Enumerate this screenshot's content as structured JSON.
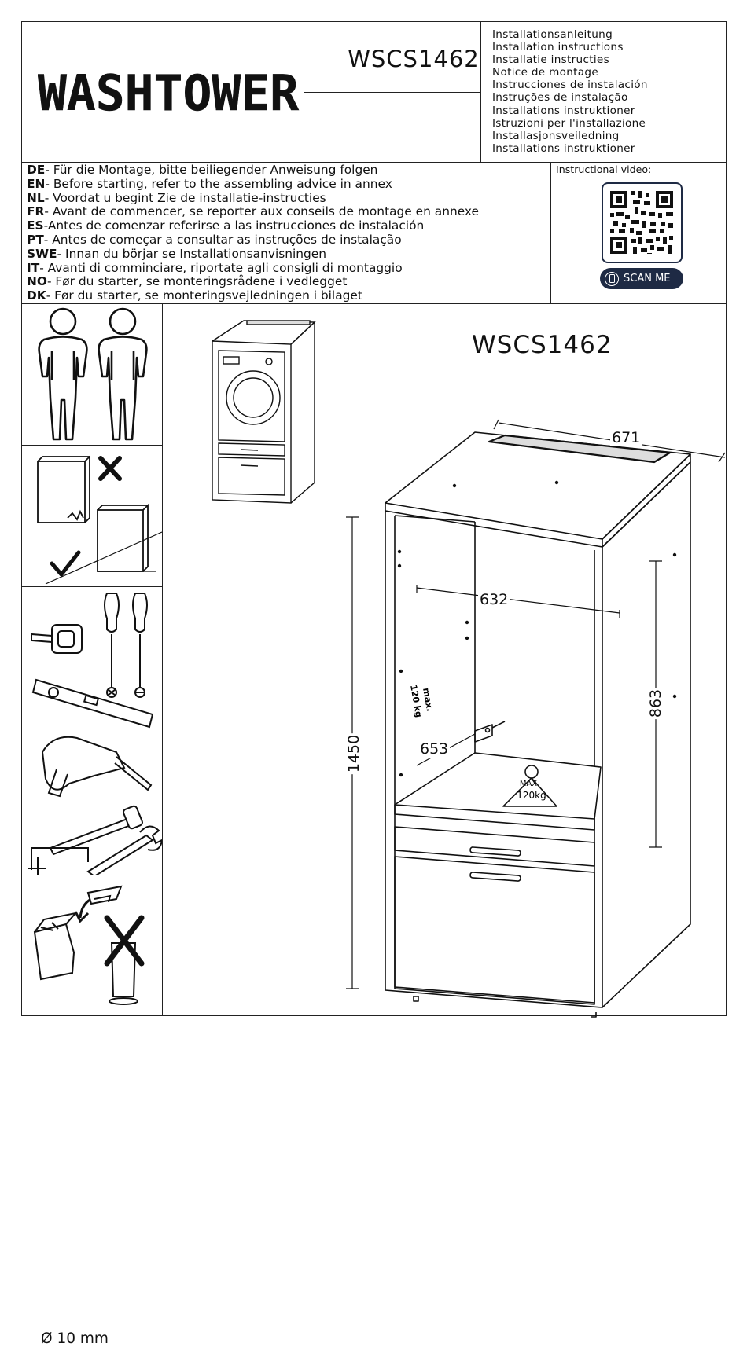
{
  "header": {
    "brand": "WASHTOWER",
    "model": "WSCS1462",
    "languages": [
      "Installationsanleitung",
      "Installation instructions",
      "Installatie instructies",
      "Notice de montage",
      "Instrucciones de instalación",
      "Instruções de instalação",
      "Installations instruktioner",
      "Istruzioni per l'installazione",
      "Installasjonsveiledning",
      "Installations instruktioner"
    ]
  },
  "notes": [
    {
      "code": "DE",
      "text": "- Für die Montage, bitte beiliegender Anweisung folgen"
    },
    {
      "code": "EN",
      "text": "- Before starting, refer to the assembling advice in annex"
    },
    {
      "code": "NL",
      "text": "- Voordat u begint Zie de installatie-instructies"
    },
    {
      "code": "FR",
      "text": "- Avant de commencer, se reporter aux conseils de montage en annexe"
    },
    {
      "code": "ES",
      "text": "-Antes de comenzar referirse a las instrucciones de instalación"
    },
    {
      "code": "PT",
      "text": "- Antes de começar a consultar as instruções de instalação"
    },
    {
      "code": "SWE",
      "text": "- Innan du börjar se Installationsanvisningen"
    },
    {
      "code": "IT",
      "text": "- Avanti di comminciare, riportate agli  consigli di montaggio"
    },
    {
      "code": "NO",
      "text": "- Før du starter, se monteringsrådene i vedlegget"
    },
    {
      "code": "DK",
      "text": "- Før du starter, se monteringsvejledningen i bilaget"
    }
  ],
  "video": {
    "label": "Instructional video:",
    "scan_label": "SCAN ME"
  },
  "product": {
    "model": "WSCS1462",
    "dimensions": {
      "width": "671",
      "inner_width": "632",
      "depth": "653",
      "height": "1450",
      "inner_height": "863"
    },
    "max_load_label": "MAX",
    "max_load_value": "120kg",
    "side_label_1": "max.",
    "side_label_2": "120 kg"
  },
  "tools": {
    "drill_bit": "Ø 10 mm"
  },
  "colors": {
    "ink": "#111111",
    "scan_badge": "#1e2a44",
    "background": "#ffffff"
  }
}
